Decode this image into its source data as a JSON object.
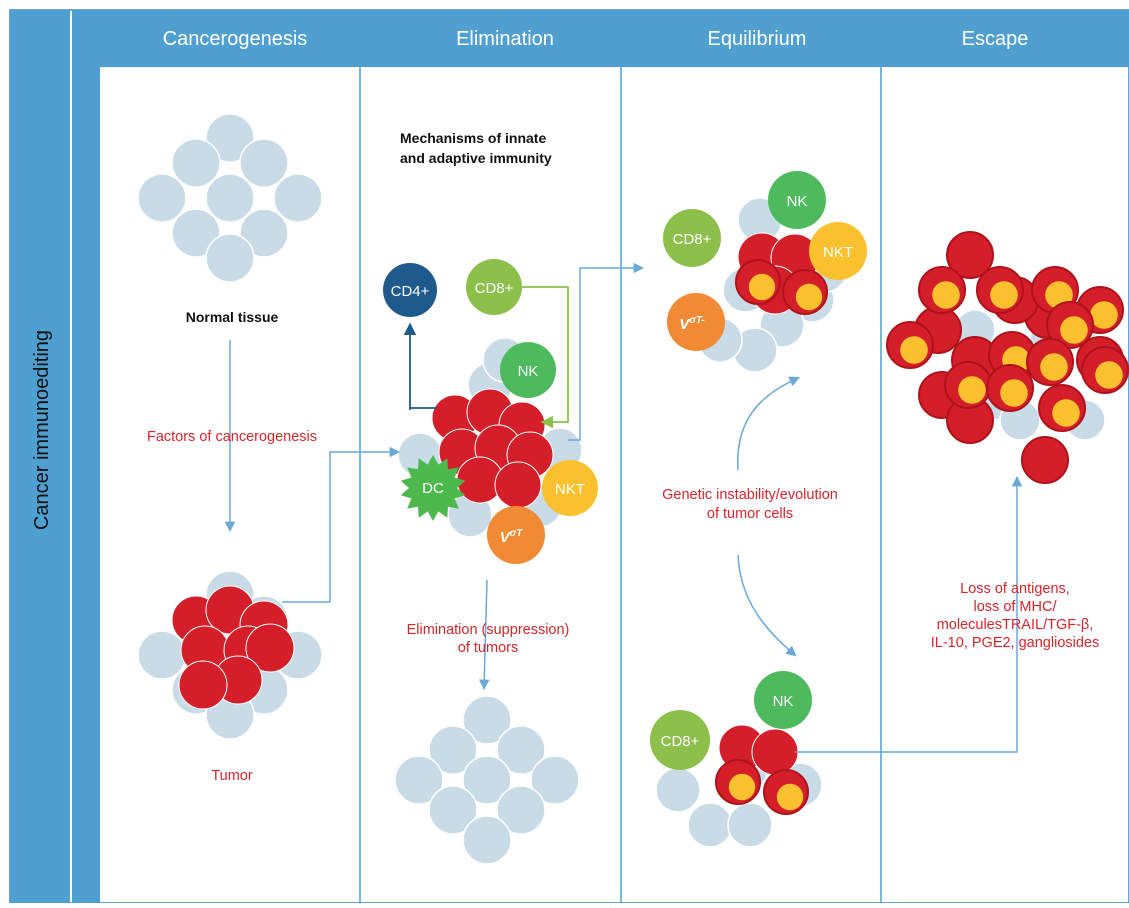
{
  "side_label": "Cancer immunoediting",
  "phases": [
    "Cancerogenesis",
    "Elimination",
    "Equilibrium",
    "Escape"
  ],
  "labels": {
    "normal_tissue": "Normal tissue",
    "factors": "Factors of cancerogenesis",
    "tumor": "Tumor",
    "mechanisms_line1": "Mechanisms of innate",
    "mechanisms_line2": "and adaptive immunity",
    "elimination_line1": "Elimination (suppression)",
    "elimination_line2": "of tumors",
    "genetic_line1": "Genetic instability/evolution",
    "genetic_line2": "of tumor cells",
    "loss_line1": "Loss of antigens,",
    "loss_line2": "loss of MHC/",
    "loss_line3": "moleculesTRAIL/TGF-β,",
    "loss_line4": "IL-10, PGE2, gangliosides"
  },
  "cells": {
    "cd4": "CD4+",
    "cd8": "CD8+",
    "nk": "NK",
    "nkt": "NKT",
    "dc": "DC",
    "gamma_delta_base": "V",
    "gamma_delta_sup": "σT",
    "gamma_delta_sup_eq": "σT-"
  },
  "colors": {
    "header": "#4f9fd0",
    "normal_cell": "#c8dbe6",
    "tumor_cell": "#d41f2a",
    "escape_core": "#fbc02d",
    "cd4": "#1e5a8c",
    "cd8": "#8cc04a",
    "nk": "#4dbb5d",
    "nkt": "#fbc02d",
    "gamma_delta": "#f08a34",
    "dc": "#4db84c",
    "label_red": "#d6262b",
    "arrow": "#6aa9d8"
  }
}
